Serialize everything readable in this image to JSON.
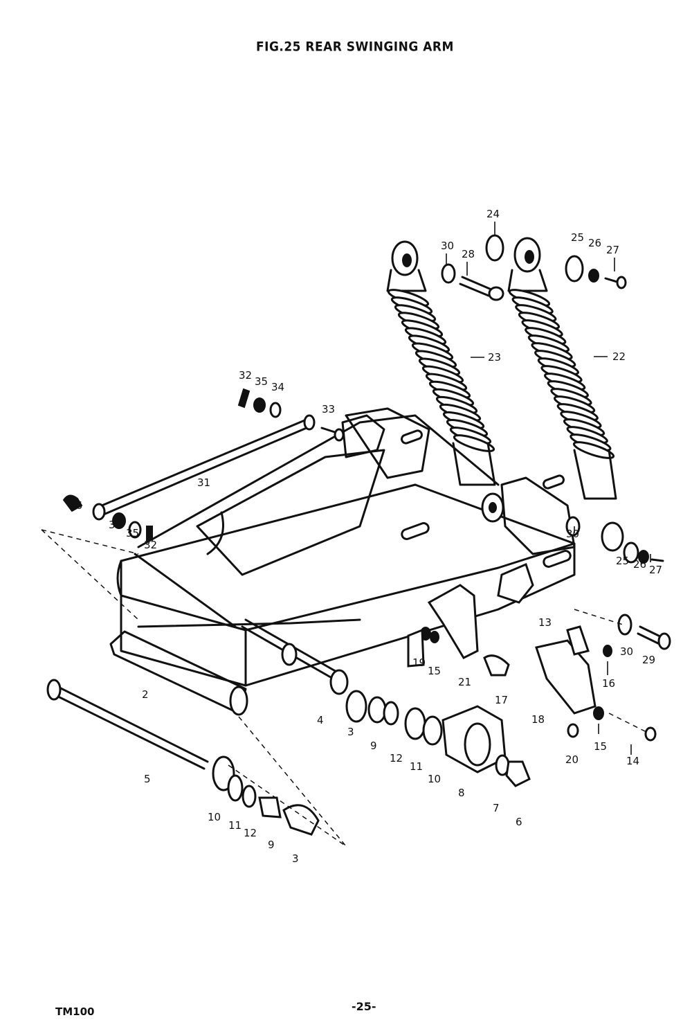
{
  "figure": {
    "title": "FIG.25  REAR SWINGING ARM"
  },
  "footer": {
    "model": "TM100",
    "page": "-25-"
  },
  "callouts": [
    {
      "id": "c1",
      "text": "2"
    },
    {
      "id": "c2",
      "text": "3"
    },
    {
      "id": "c3",
      "text": "3"
    },
    {
      "id": "c4",
      "text": "4"
    },
    {
      "id": "c5",
      "text": "5"
    },
    {
      "id": "c6",
      "text": "6"
    },
    {
      "id": "c7",
      "text": "7"
    },
    {
      "id": "c8",
      "text": "8"
    },
    {
      "id": "c9",
      "text": "9"
    },
    {
      "id": "c10",
      "text": "9"
    },
    {
      "id": "c11",
      "text": "10"
    },
    {
      "id": "c12",
      "text": "10"
    },
    {
      "id": "c13",
      "text": "11"
    },
    {
      "id": "c14",
      "text": "11"
    },
    {
      "id": "c15",
      "text": "12"
    },
    {
      "id": "c16",
      "text": "12"
    },
    {
      "id": "c17",
      "text": "13"
    },
    {
      "id": "c18",
      "text": "14"
    },
    {
      "id": "c19",
      "text": "15"
    },
    {
      "id": "c20",
      "text": "15"
    },
    {
      "id": "c21",
      "text": "16"
    },
    {
      "id": "c22",
      "text": "17"
    },
    {
      "id": "c23",
      "text": "18"
    },
    {
      "id": "c24",
      "text": "19"
    },
    {
      "id": "c25",
      "text": "20"
    },
    {
      "id": "c26",
      "text": "21"
    },
    {
      "id": "c27",
      "text": "22"
    },
    {
      "id": "c28",
      "text": "23"
    },
    {
      "id": "c29",
      "text": "24"
    },
    {
      "id": "c30",
      "text": "25"
    },
    {
      "id": "c31",
      "text": "26"
    },
    {
      "id": "c32",
      "text": "27"
    },
    {
      "id": "c33",
      "text": "25"
    },
    {
      "id": "c34",
      "text": "26"
    },
    {
      "id": "c35",
      "text": "27"
    },
    {
      "id": "c36",
      "text": "28"
    },
    {
      "id": "c37",
      "text": "29"
    },
    {
      "id": "c38",
      "text": "30"
    },
    {
      "id": "c39",
      "text": "30"
    },
    {
      "id": "c40",
      "text": "30"
    },
    {
      "id": "c41",
      "text": "31"
    },
    {
      "id": "c42",
      "text": "32"
    },
    {
      "id": "c43",
      "text": "35"
    },
    {
      "id": "c44",
      "text": "34"
    },
    {
      "id": "c45",
      "text": "33"
    },
    {
      "id": "c46",
      "text": "36"
    },
    {
      "id": "c47",
      "text": "34"
    },
    {
      "id": "c48",
      "text": "35"
    },
    {
      "id": "c49",
      "text": "32"
    }
  ]
}
